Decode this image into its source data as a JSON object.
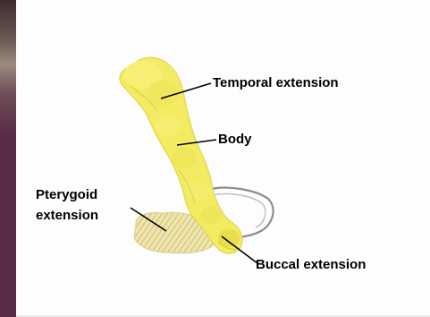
{
  "labels": {
    "temporal": "Temporal extension",
    "body": "Body",
    "pterygoid_line1": "Pterygoid",
    "pterygoid_line2": "extension",
    "buccal": "Buccal extension"
  },
  "colors": {
    "gland_fill": "#f3ec62",
    "gland_shadow": "#d8cf3f",
    "pterygoid_fill": "#ece7a8",
    "pterygoid_hatch": "#c9a27e",
    "outline_gray": "#8c8c8c",
    "slide_edge": "#5b2c47"
  }
}
